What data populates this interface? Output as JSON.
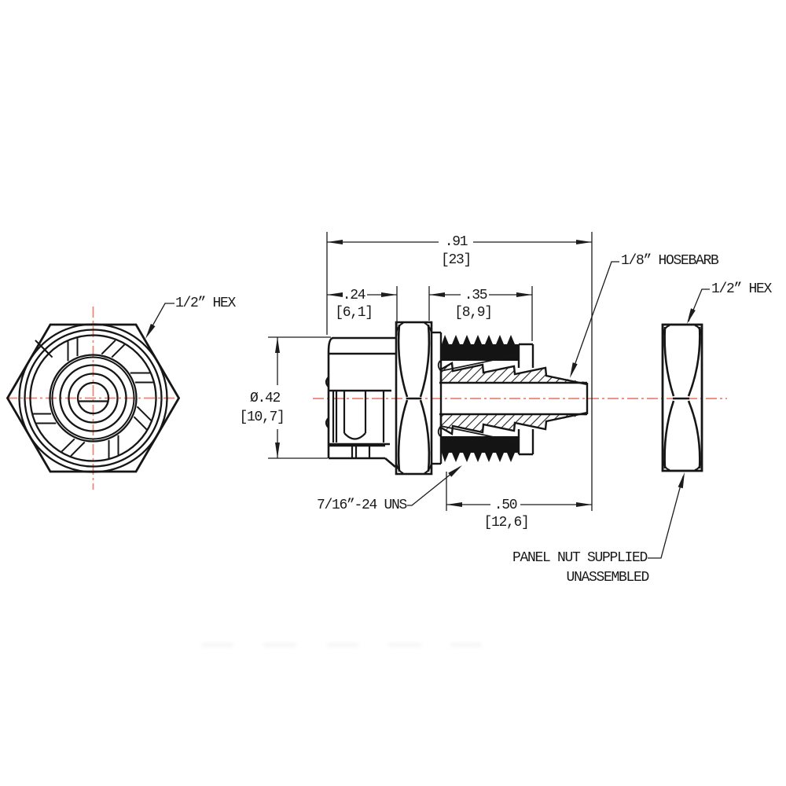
{
  "drawing": {
    "labels": {
      "hex_left": "1/2” HEX",
      "hex_right": "1/2” HEX",
      "hosebarb": "1/8” HOSEBARB",
      "thread_spec": "7/16”-24 UNS",
      "panel_nut_line1": "PANEL NUT SUPPLIED",
      "panel_nut_line2": "UNASSEMBLED"
    },
    "dimensions": {
      "overall_length": {
        "in": ".91",
        "mm": "[23]"
      },
      "body_length": {
        "in": ".24",
        "mm": "[6,1]"
      },
      "thread_length": {
        "in": ".35",
        "mm": "[8,9]"
      },
      "body_diameter": {
        "in": "Ø.42",
        "mm": "[10,7]"
      },
      "barb_length": {
        "in": ".50",
        "mm": "[12,6]"
      }
    },
    "colors": {
      "object_line": "#161616",
      "centerline": "#ee8376"
    }
  }
}
